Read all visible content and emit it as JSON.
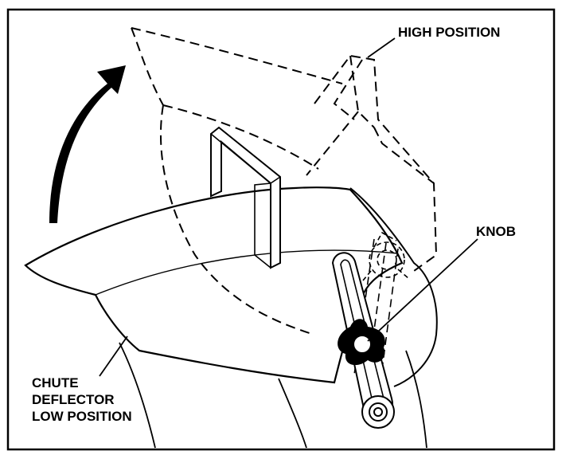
{
  "labels": {
    "high_position": "HIGH POSITION",
    "knob": "KNOB",
    "chute_line1": "CHUTE",
    "chute_line2": "DEFLECTOR",
    "chute_line3": "LOW POSITION"
  },
  "colors": {
    "ink": "#000000",
    "paper": "#ffffff"
  },
  "icons": {
    "motion_arrow": "curved-arrow-icon",
    "knob": "three-lobe-knob-icon"
  }
}
